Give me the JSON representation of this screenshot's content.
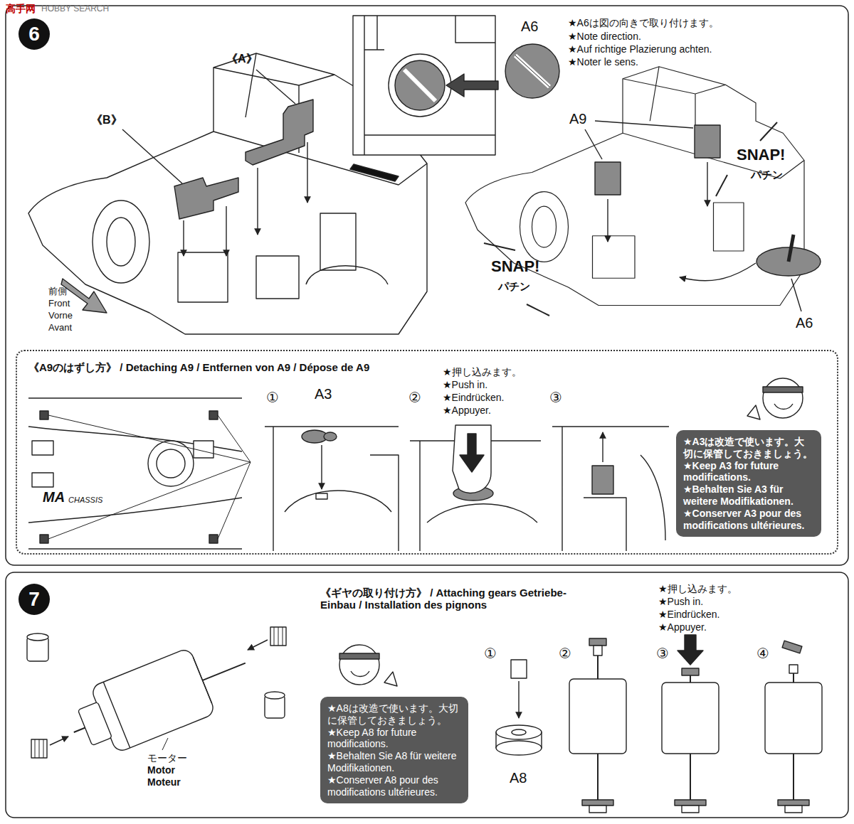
{
  "diagram": {
    "nodes": [
      {
        "text": [
          "6"
        ]
      },
      {
        "text": [
          "《A9のはずし方》 / Detaching A9 / Entfernen von A9 / Dépose de A9"
        ]
      },
      {
        "text": [
          "★A3は改造で使います。大切に保管しておきましょう。",
          "★Keep A3 for future modifications.",
          "★Behalten Sie A3 für weitere Modifikationen.",
          "★Conserver A3 pour des modifications ultérieures."
        ],
        "in": 1
      },
      {
        "text": [
          "7"
        ]
      },
      {
        "text": [
          "★A8は改造で使います。大切に保管しておきましょう。",
          "★Keep A8 for future modifications.",
          "★Behalten Sie A8 für weitere Modifikationen.",
          "★Conserver A8 pour des modifications ultérieures."
        ]
      }
    ],
    "labels": [
      "高手网",
      "HOBBY SEARCH",
      "《A》",
      "《B》",
      "A6",
      "★A6は図の向きで取り付けます。",
      "★Note direction.",
      "★Auf richtige Plazierung achten.",
      "★Noter le sens.",
      "A9",
      "SNAP!",
      "パチン",
      "SNAP!",
      "パチン",
      "A6",
      "前側",
      "Front",
      "Vorne",
      "Avant",
      "①",
      "A3",
      "②",
      "★押し込みます。",
      "★Push in.",
      "★Eindrücken.",
      "★Appuyer.",
      "③",
      "MA",
      "CHASSIS",
      "モーター",
      "Motor",
      "Moteur",
      "《ギヤの取り付け方》 / Attaching gears Getriebe-Einbau / Installation des pignons",
      "★押し込みます。",
      "★Push in.",
      "★Eindrücken.",
      "★Appuyer.",
      "①",
      "②",
      "③",
      "④",
      "A8"
    ]
  }
}
